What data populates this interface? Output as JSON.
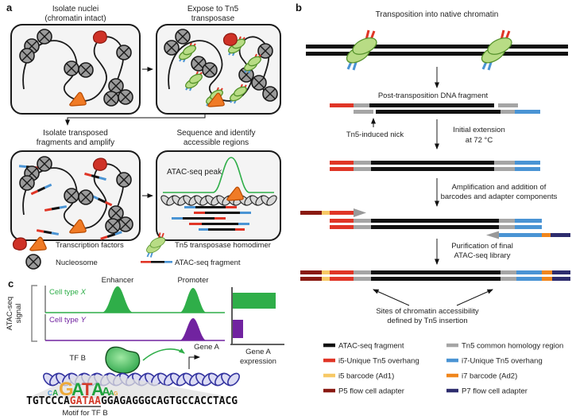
{
  "colors": {
    "red": "#e03526",
    "maroon": "#8a1a12",
    "yellow": "#f7c966",
    "orange": "#f0861d",
    "blue": "#4a94d4",
    "navy": "#2e2d6e",
    "gray": "#a5a5a5",
    "black": "#111111",
    "green_peak": "#2fae49",
    "green_cell": "#2fae49",
    "purple": "#7123a0",
    "tn5_green": "#b8dc85",
    "box_bg": "#f4f4f4",
    "nucleosome": "#9b9b9b",
    "tf_red": "#cf3227",
    "tf_orange": "#f07b26",
    "helix_navy": "#3434a0"
  },
  "panel_a": {
    "label": "a",
    "step1_line1": "Isolate nuclei",
    "step1_line2": "(chromatin intact)",
    "step2_line1": "Expose to Tn5",
    "step2_line2": "transposase",
    "step3_line1": "Isolate transposed",
    "step3_line2": "fragments and amplify",
    "step4_line1": "Sequence and identify",
    "step4_line2": "accessible regions",
    "peak_label": "ATAC-seq peak",
    "legend": [
      {
        "label": "Transcription factors"
      },
      {
        "label": "Nucleosome"
      },
      {
        "label": "Tn5 transposase homodimer"
      },
      {
        "label": "ATAC-seq fragment"
      }
    ]
  },
  "panel_b": {
    "label": "b",
    "title": "Transposition into native chromatin",
    "post_transposition": "Post-transposition DNA fragment",
    "nick": "Tn5-induced nick",
    "extension_line1": "Initial extension",
    "extension_line2": "at 72 °C",
    "amplification_line1": "Amplification and addition of",
    "amplification_line2": "barcodes and adapter components",
    "purification_line1": "Purification of final",
    "purification_line2": "ATAC-seq library",
    "sites_line1": "Sites of chromatin accessibility",
    "sites_line2": "defined by Tn5 insertion",
    "legend_left": [
      {
        "label": "ATAC-seq fragment",
        "hex": "#111111"
      },
      {
        "label": "i5-Unique Tn5 overhang",
        "hex": "#e03526"
      },
      {
        "label": "i5 barcode (Ad1)",
        "hex": "#f7c966"
      },
      {
        "label": "P5 flow cell adapter",
        "hex": "#8a1a12"
      }
    ],
    "legend_right": [
      {
        "label": "Tn5 common homology region",
        "hex": "#a5a5a5"
      },
      {
        "label": "i7-Unique Tn5 overhang",
        "hex": "#4a94d4"
      },
      {
        "label": "i7 barcode (Ad2)",
        "hex": "#f0861d"
      },
      {
        "label": "P7 flow cell adapter",
        "hex": "#2e2d6e"
      }
    ]
  },
  "panel_c": {
    "label": "c",
    "axis_line1": "ATAC-seq",
    "axis_line2": "signal",
    "track1_prefix": "Cell type ",
    "track1_cell": "X",
    "track2_prefix": "Cell type ",
    "track2_cell": "Y",
    "enhancer": "Enhancer",
    "promoter": "Promoter",
    "tf_label": "TF B",
    "gene_label": "Gene A",
    "expression_line1": "Gene A",
    "expression_line2": "expression",
    "expression_bars": [
      {
        "cell": "X",
        "relative_value": 0.95
      },
      {
        "cell": "Y",
        "relative_value": 0.22
      }
    ],
    "sequence_pre": "TGTCCCA",
    "sequence_motif": "GATAA",
    "sequence_post": "GGAGAGGGCAGTGCCACCTACG",
    "motif_label": "Motif for TF B",
    "logo": [
      {
        "c": "C",
        "hex": "#4a94d4",
        "size": "8"
      },
      {
        "c": "A",
        "hex": "#1fa23d",
        "size": "10"
      },
      {
        "c": "G",
        "hex": "#eda93a",
        "size": "24"
      },
      {
        "c": "A",
        "hex": "#1fa23d",
        "size": "22"
      },
      {
        "c": "T",
        "hex": "#d33b2a",
        "size": "22"
      },
      {
        "c": "A",
        "hex": "#1fa23d",
        "size": "22"
      },
      {
        "c": "A",
        "hex": "#1fa23d",
        "size": "15"
      },
      {
        "c": "A",
        "hex": "#1fa23d",
        "size": "9"
      },
      {
        "c": "G",
        "hex": "#eda93a",
        "size": "7"
      }
    ]
  }
}
